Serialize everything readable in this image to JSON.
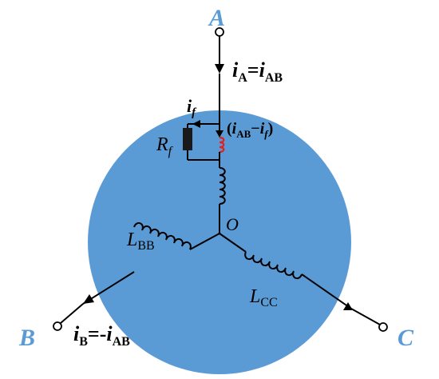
{
  "colors": {
    "disc": "#5b9bd5",
    "node_label": "#5b9bd5",
    "wire": "#000000",
    "fault_coil": "#e02020",
    "resistor": "#000000",
    "background": "#ffffff"
  },
  "nodes": {
    "A": "A",
    "B": "B",
    "C": "C",
    "O": "O"
  },
  "labels": {
    "iA": {
      "i": "i",
      "sub": "A",
      "eq": "=",
      "i2": "i",
      "sub2": "AB"
    },
    "iB": {
      "i": "i",
      "sub": "B",
      "eq": "=-",
      "i2": "i",
      "sub2": "AB"
    },
    "if": {
      "i": "i",
      "sub": "f"
    },
    "diff": {
      "open": "(",
      "i": "i",
      "sub": "AB",
      "minus": "−",
      "i2": "i",
      "sub2": "f",
      "close": ")"
    },
    "Rf": {
      "R": "R",
      "sub": "f"
    },
    "LBB": {
      "L": "L",
      "sub": "BB"
    },
    "LCC": {
      "L": "L",
      "sub": "CC"
    }
  }
}
